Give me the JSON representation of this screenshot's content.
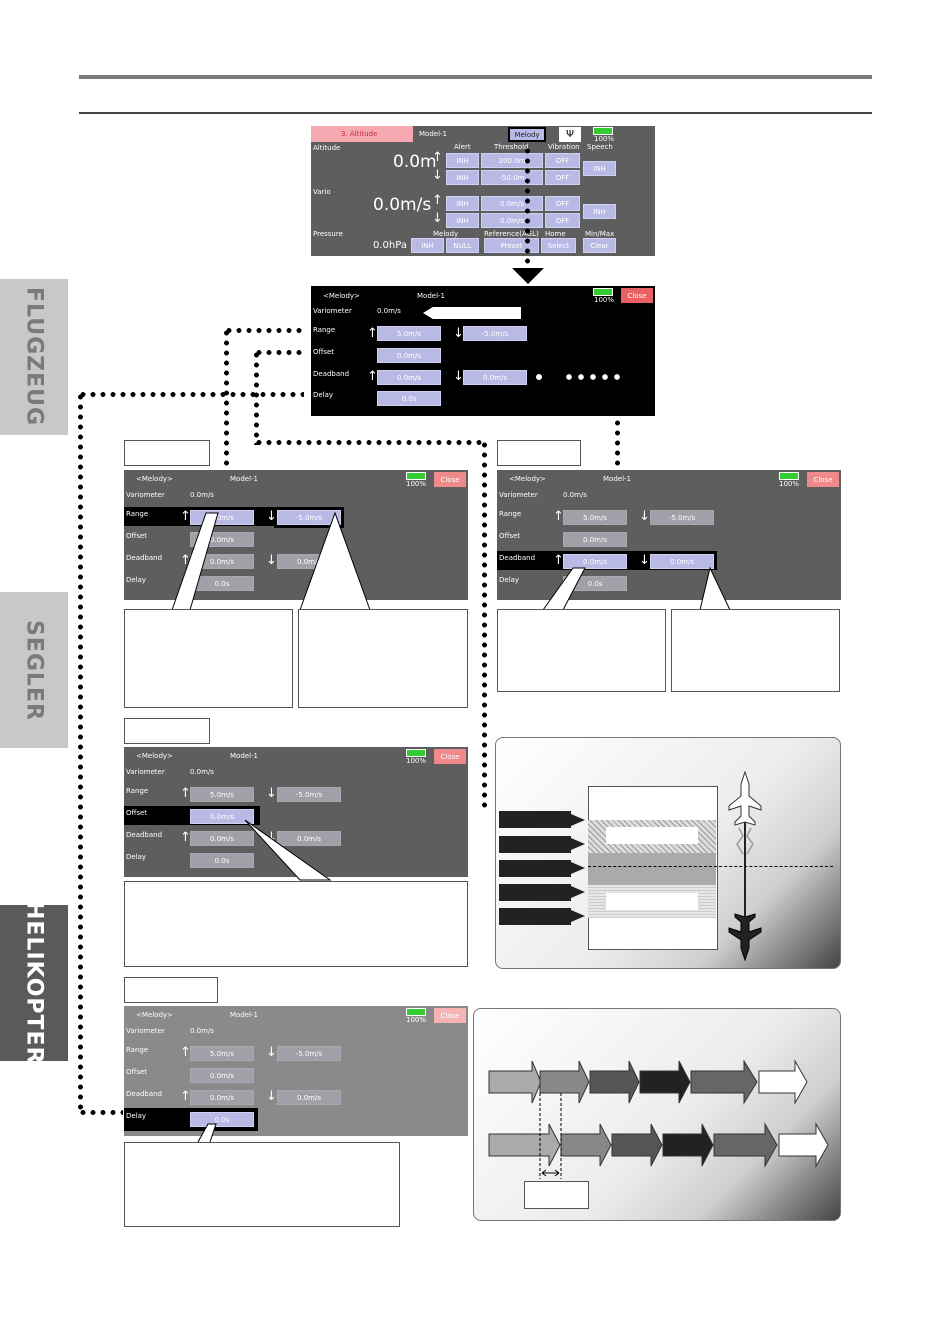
{
  "side_tabs": [
    "FLUGZEUG",
    "SEGLER",
    "HELIKOPTER"
  ],
  "main_screen": {
    "tab_title": "3. Altitude",
    "model": "Model-1",
    "melody_button": "Melody",
    "battery_pct": "100%",
    "col_alert": "Alert",
    "col_threshold": "Threshold",
    "col_vibration": "Vibration",
    "col_speech": "Speech",
    "altitude_label": "Altitude",
    "altitude_value": "0.0m",
    "alt_up_alert": "INH",
    "alt_up_threshold": "200.0m",
    "alt_up_vibration": "OFF",
    "alt_down_alert": "INH",
    "alt_down_threshold": "-50.0m",
    "alt_down_vibration": "OFF",
    "alt_speech": "INH",
    "vario_label": "Vario",
    "vario_value": "0.0m/s",
    "vario_up_alert": "INH",
    "vario_up_threshold": "0.0m/s",
    "vario_up_vibration": "OFF",
    "vario_down_alert": "INH",
    "vario_down_threshold": "0.0m/s",
    "vario_down_vibration": "OFF",
    "vario_speech": "INH",
    "pressure_label": "Pressure",
    "pressure_value": "0.0hPa",
    "col_melody": "Melody",
    "col_reference": "Reference(AGL)",
    "col_home": "Home",
    "col_minmax": "Min/Max",
    "pressure_melody_1": "INH",
    "pressure_melody_2": "NULL",
    "pressure_reference": "Preset",
    "pressure_home": "Select",
    "pressure_minmax": "Clear"
  },
  "melody_screen": {
    "title": "<Melody>",
    "model": "Model-1",
    "battery_pct": "100%",
    "close": "Close",
    "variometer_label": "Variometer",
    "variometer_value": "0.0m/s",
    "range_label": "Range",
    "range_up": "5.0m/s",
    "range_down": "-5.0m/s",
    "offset_label": "Offset",
    "offset_value": "0.0m/s",
    "deadband_label": "Deadband",
    "deadband_up": "0.0m/s",
    "deadband_down": "0.0m/s",
    "delay_label": "Delay",
    "delay_value": "0.0s"
  }
}
